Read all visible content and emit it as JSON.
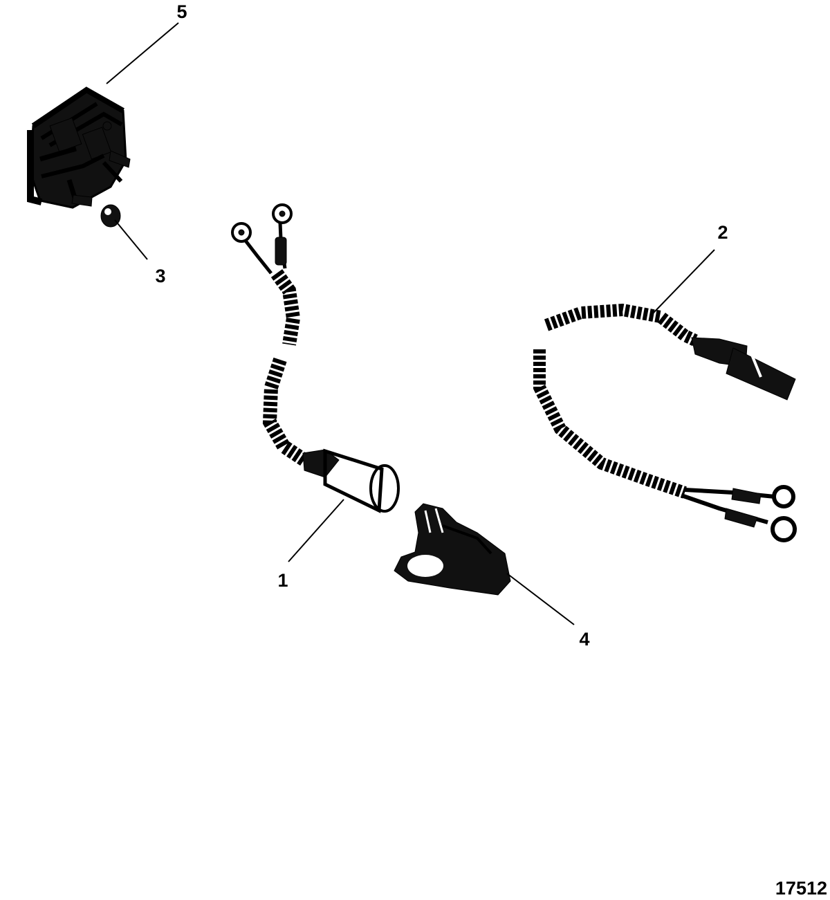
{
  "callouts": [
    {
      "id": "1",
      "label": "1"
    },
    {
      "id": "2",
      "label": "2"
    },
    {
      "id": "3",
      "label": "3"
    },
    {
      "id": "4",
      "label": "4"
    },
    {
      "id": "5",
      "label": "5"
    }
  ],
  "figure_number": "17512",
  "colors": {
    "ink": "#000000",
    "background": "#ffffff"
  }
}
